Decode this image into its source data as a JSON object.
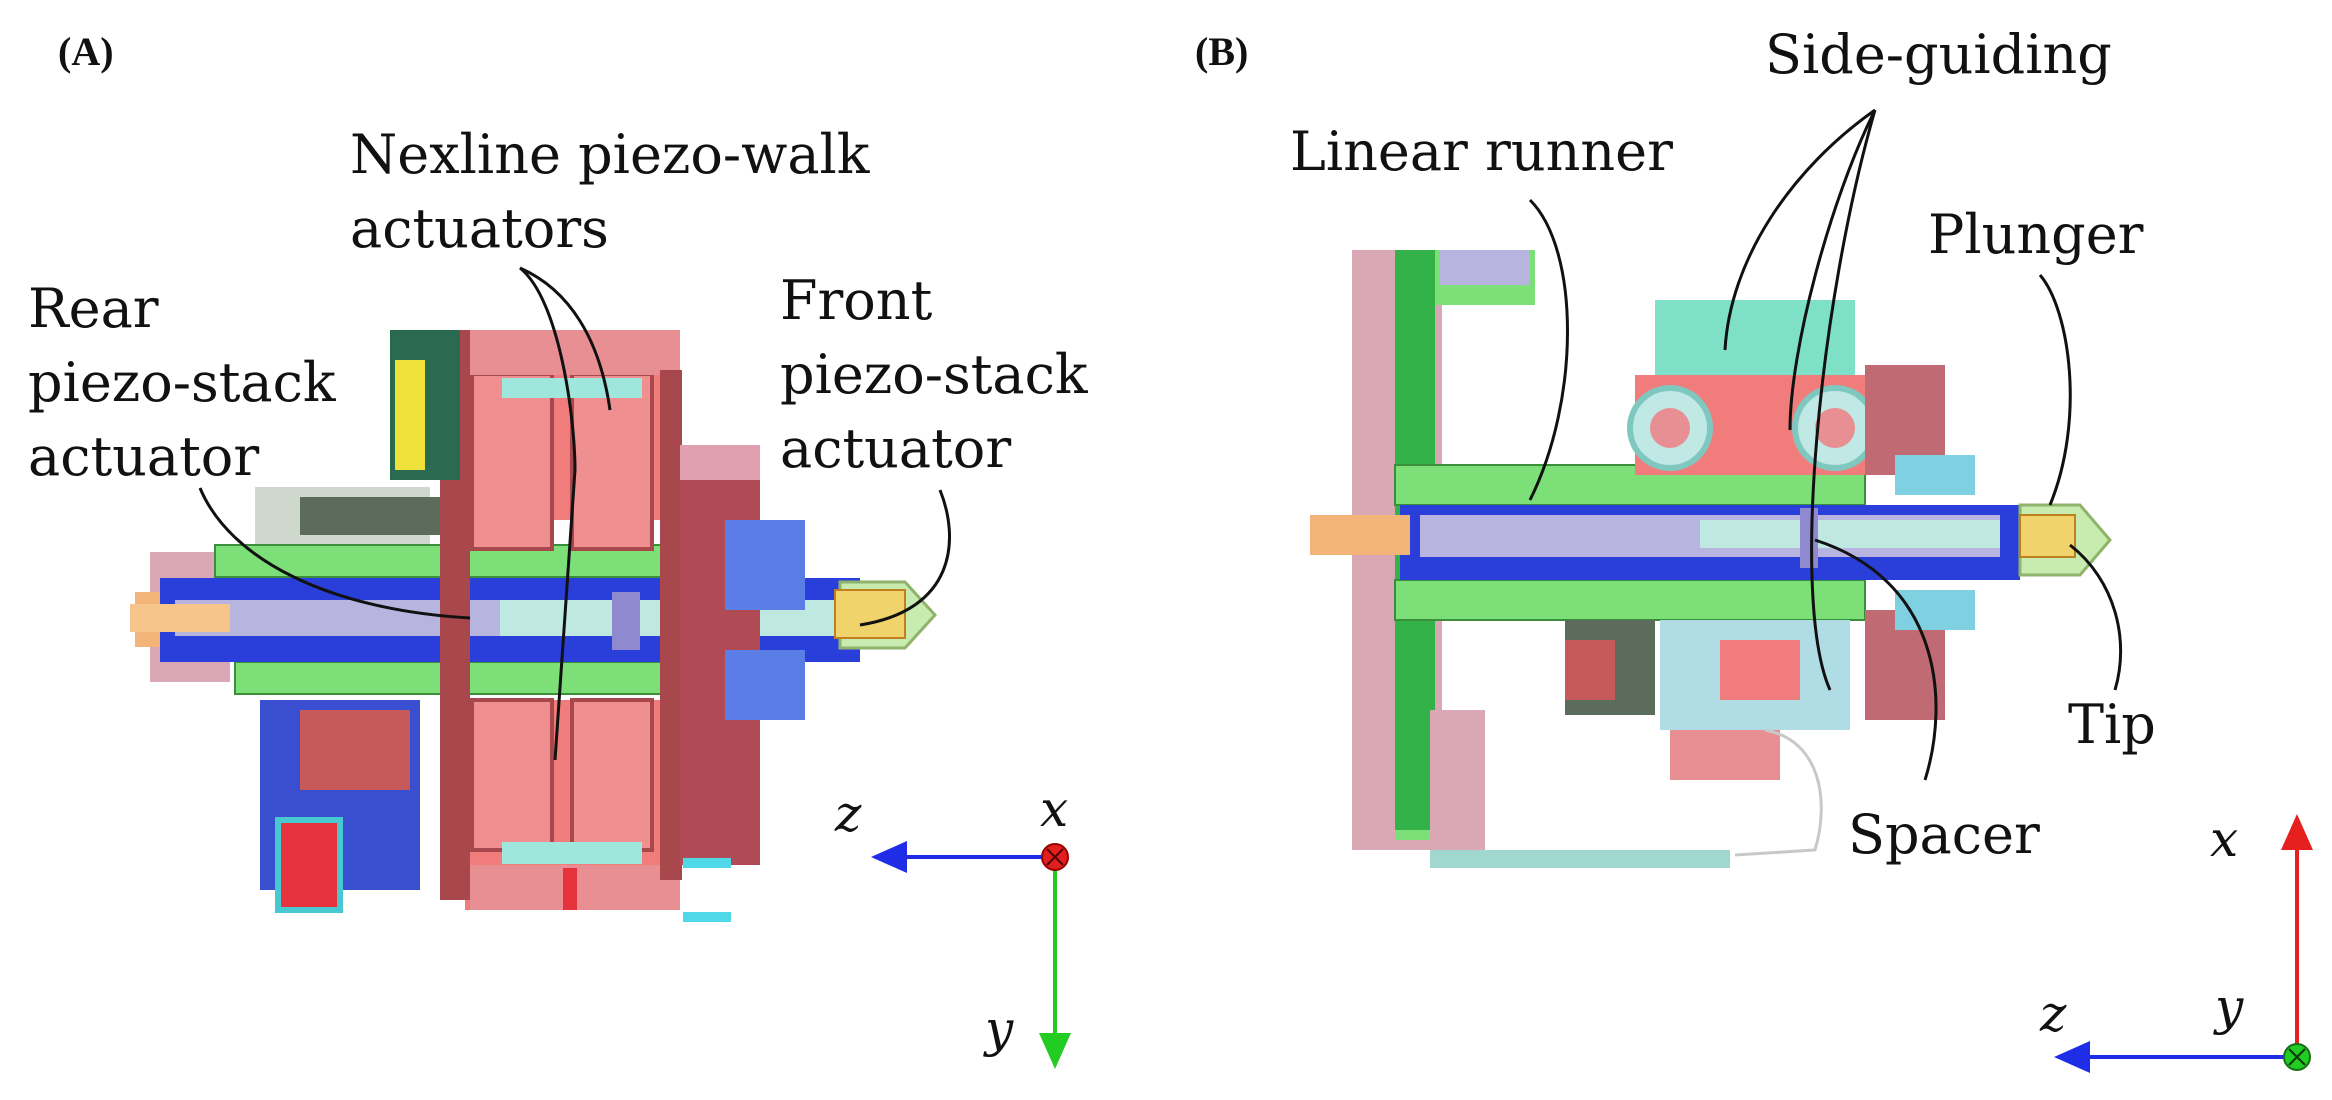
{
  "panels": {
    "a": {
      "label": "(A)",
      "callouts": {
        "nexline": [
          "Nexline piezo-walk",
          "actuators"
        ],
        "rear": [
          "Rear",
          "piezo-stack",
          "actuator"
        ],
        "front": [
          "Front",
          "piezo-stack",
          "actuator"
        ]
      },
      "axes": {
        "horizontal": "z",
        "out_of_plane": "x",
        "vertical": "y"
      }
    },
    "b": {
      "label": "(B)",
      "callouts": {
        "side_guiding": "Side-guiding",
        "linear_runner": "Linear runner",
        "plunger": "Plunger",
        "tip": "Tip",
        "spacer": "Spacer"
      },
      "axes": {
        "horizontal": "z",
        "out_of_plane": "y",
        "vertical": "x"
      }
    }
  },
  "colors": {
    "axis_z": "#1f2ee6",
    "axis_y_a": "#22cc22",
    "axis_x_b": "#e61f1f",
    "axis_marker_a": "#e21f1f",
    "axis_marker_b": "#22cc22",
    "pink": "#e88f93",
    "salmon": "#f07c7c",
    "green": "#7ddf78",
    "blue": "#2a3fd9",
    "lavender": "#b8b4e0",
    "cyan": "#9fe6dc",
    "dark_red": "#a8484c",
    "light_pink": "#d9a8b4"
  }
}
